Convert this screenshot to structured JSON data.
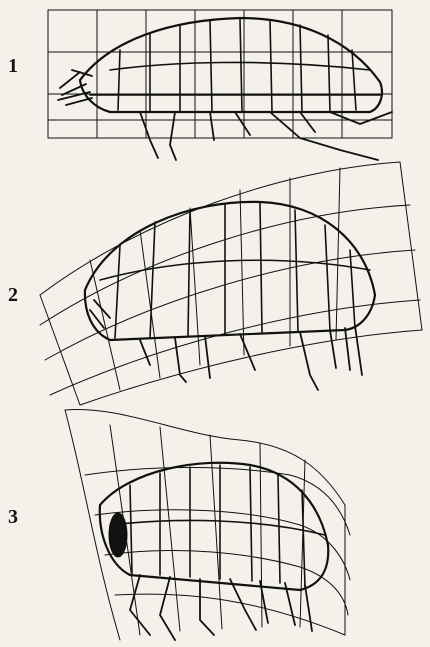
{
  "figures": [
    {
      "label": "1",
      "grid": "rectangular"
    },
    {
      "label": "2",
      "grid": "curved"
    },
    {
      "label": "3",
      "grid": "sheared-curved"
    }
  ],
  "colors": {
    "ink": "#111111",
    "paper": "#f4f1ea"
  }
}
